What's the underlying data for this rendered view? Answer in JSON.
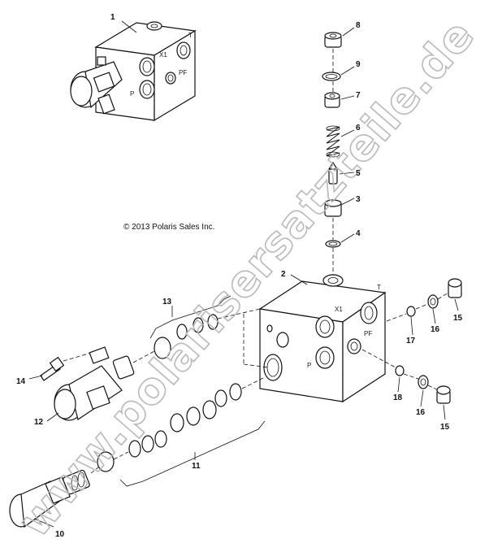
{
  "copyright": "© 2013 Polaris Sales Inc.",
  "watermark": "www.polarisersatzteile.de",
  "port_labels": {
    "t": "T",
    "x1": "X1",
    "p": "P",
    "pf": "PF"
  },
  "callouts": {
    "c1": "1",
    "c2": "2",
    "c3": "3",
    "c4": "4",
    "c5": "5",
    "c6": "6",
    "c7": "7",
    "c8": "8",
    "c9": "9",
    "c10": "10",
    "c11": "11",
    "c12": "12",
    "c13": "13",
    "c14": "14",
    "c15a": "15",
    "c15b": "15",
    "c16a": "16",
    "c16b": "16",
    "c17": "17",
    "c18": "18"
  }
}
